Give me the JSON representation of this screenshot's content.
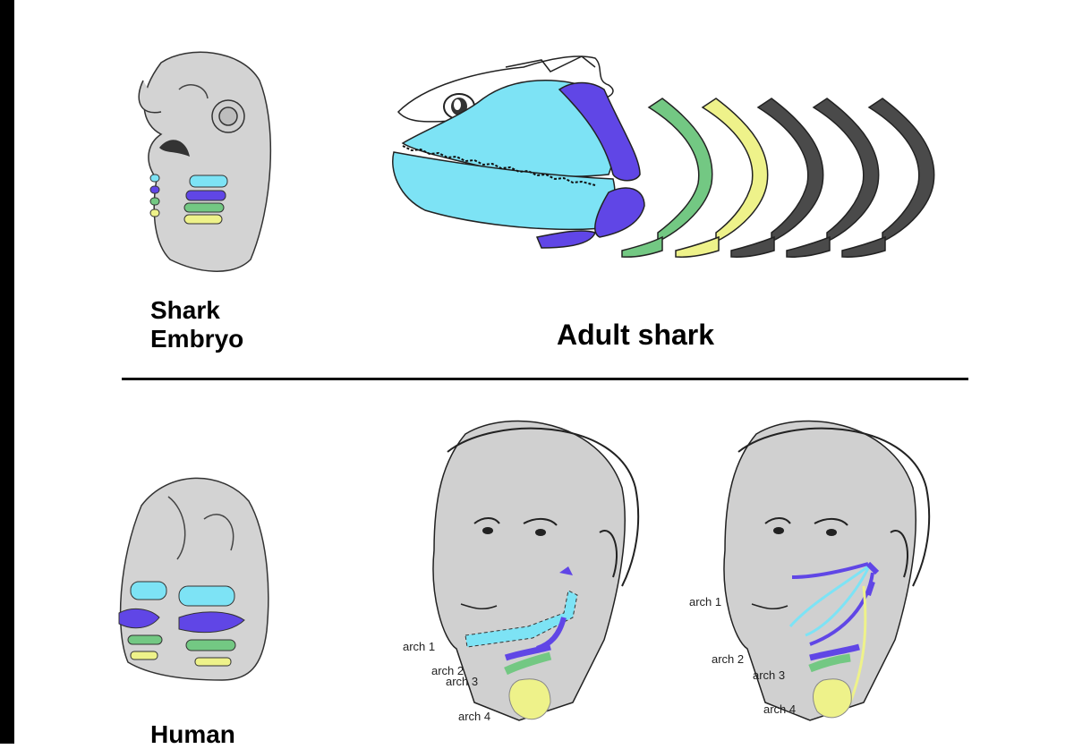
{
  "labels": {
    "shark_embryo": "Shark Embryo",
    "adult_shark": "Adult shark",
    "human": "Human"
  },
  "human_face_1_arches": [
    "arch 1",
    "arch 2",
    "arch 3",
    "arch 4"
  ],
  "human_face_2_arches": [
    "arch 1",
    "arch 2",
    "arch 3",
    "arch 4"
  ],
  "colors": {
    "arch1": "#7de3f5",
    "arch2": "#6046e6",
    "arch3": "#73c883",
    "arch4": "#eef28a",
    "gill_dark": "#4a4a4a",
    "skin": "#d0d0d0"
  }
}
